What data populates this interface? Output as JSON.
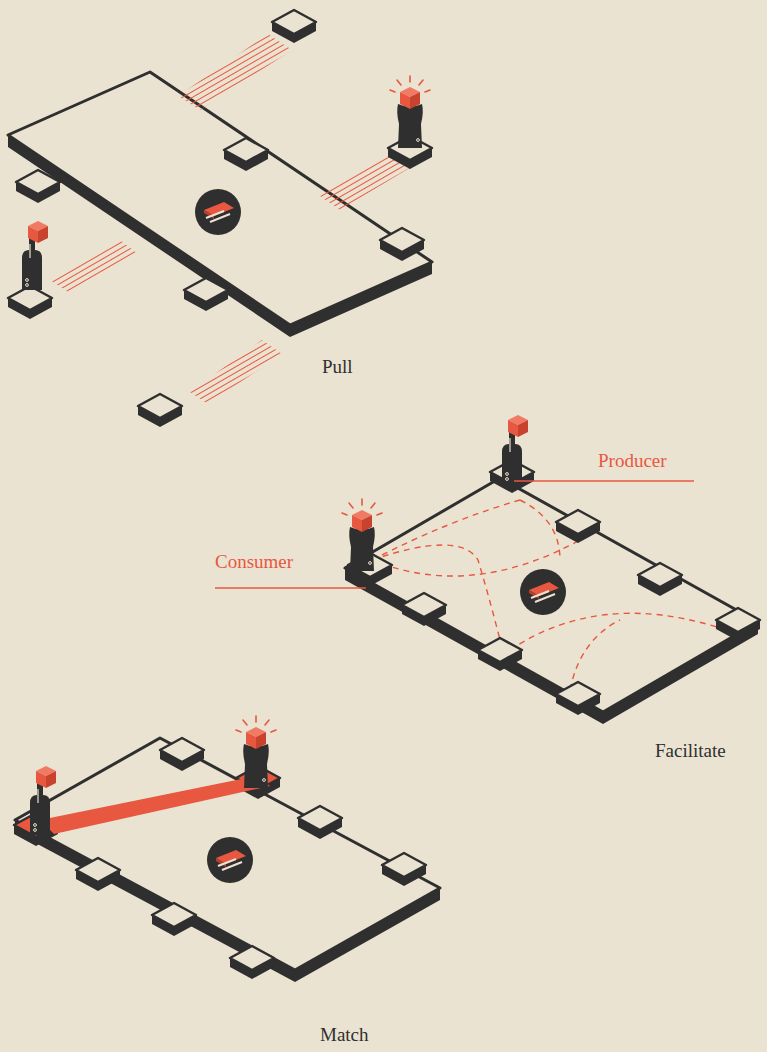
{
  "diagram": {
    "labels": [
      "Pull",
      "Producer",
      "Consumer",
      "Facilitate",
      "Match"
    ]
  }
}
